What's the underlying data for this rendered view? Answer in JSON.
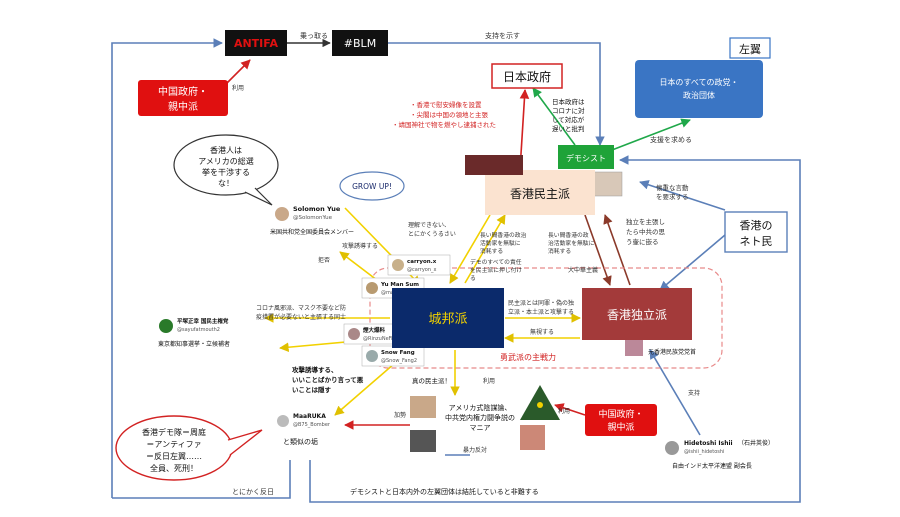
{
  "colors": {
    "hk_democrats_fill": "#fbe3d0",
    "city_faction_fill": "#0b2a6b",
    "independence_fill": "#a33a3a",
    "left_fill": "#3a75c4",
    "antifa_fill": "#111111",
    "blm_fill": "#111111",
    "china_fill": "#e01010",
    "demosisto_fill": "#1fa339",
    "edge_blue": "#5b7fb8",
    "edge_red": "#d22222",
    "edge_yellow": "#f2d100",
    "edge_green": "#20a84a",
    "edge_brown": "#8b3a2a"
  },
  "nodes": {
    "antifa": "ANTIFA",
    "blm": "#BLM",
    "china_gov_top": "中国政府・親中派",
    "china_gov_mid": "中国政府・親中派",
    "japan_gov": "日本政府",
    "left_label": "左翼",
    "left_box": "日本のすべての政党・政治団体",
    "demosisto": "デモシスト",
    "hk_democrats": "香港民主派",
    "city_faction": "城邦派",
    "independence": "香港独立派",
    "hk_netizens": "香港のネト民",
    "speech_bubble": "香港人はアメリカの総選挙を干渉するな！",
    "grow_up": "GROW UP!",
    "courage_faction": "勇武派の主戦力",
    "maaruka_bubble": [
      "香港デモ隊＝周庭",
      "＝アンティファ",
      "＝反日左翼……",
      "全員、死刑！"
    ]
  },
  "people": {
    "solomon_name": "Solomon Yue",
    "solomon_handle": "@SolomonYue",
    "solomon_desc": "米国共和党全国委員会メンバー",
    "carryon_name": "carryon.x",
    "carryon_handle": "@carryon_x",
    "yumansum_name": "Yu Man Sum",
    "yumansum_handle": "@mansum2011",
    "rinzu_name": "煙大爆料",
    "rinzu_handle": "@RinzuNeFilter",
    "snowfang_name": "Snow Fang",
    "snowfang_handle": "@Snow_Fang2",
    "hira_name": "平塚正幸 国民主権党",
    "hira_handle": "@sayufatmouth2",
    "hira_desc": "東京都知事選挙・立候補者",
    "maaruka_name": "MaaRUKA",
    "maaruka_handle": "@B75_Bomber",
    "maaruka_suffix": "と類似の垢",
    "hidetoshi_name": "Hidetoshi Ishii",
    "hidetoshi_jp": "（石井英俊）",
    "hidetoshi_handle": "@ishii_hidetoshi",
    "hidetoshi_desc": "自由インド太平洋連盟 副会長",
    "yuan_desc": "元香港民族党党首"
  },
  "labels": {
    "antifa_blm": "乗っ取る",
    "blm_demosisto": "支持を示す",
    "china_antifa": "利用",
    "japan_gov_claims": [
      "・香港で慰安婦像を設置",
      "・尖閣は中国の領地と主張",
      "・靖国神社で物を燃やし逮捕された"
    ],
    "japan_gov_corona": [
      "日本政府は",
      "コロナに対",
      "して対応が",
      "遅いと批判"
    ],
    "demosisto_left": "支援を求める",
    "netizens_demosisto": [
      "懐重な言動",
      "を要求する"
    ],
    "netizens_independence": [
      "独立を主張し",
      "たら中共の思",
      "う壷に嵌る"
    ],
    "solomon_city": [
      "理解できない、",
      "とにかくうるさい"
    ],
    "dem_city_1": [
      "長い間香港の政治",
      "活動家を無駄に",
      "消耗する"
    ],
    "dem_city_2": [
      "デモのすべての責任",
      "を民主派に押し付け",
      "る"
    ],
    "dem_ind_1": [
      "長い間香港の政",
      "治活動家を無駄に",
      "消耗する"
    ],
    "ind_dem_1": "大中華主義",
    "city_ind_1": [
      "民主派とは同罪・偽の独",
      "立派・本土派と攻撃する"
    ],
    "ind_city": "無視する",
    "city_attack": "攻撃誘導する",
    "cut_off": "拒否",
    "corona_mask": [
      "コロナ風邪派、マスク不要など防",
      "疫措置が必要ないと主張する同士"
    ],
    "attack_lure": [
      "攻撃誘導する、",
      "いいことばかり言って悪",
      "いことは隠す"
    ],
    "true_democrats": "真の民主派！",
    "use_1": "利用",
    "add_force": "加勢",
    "use_2": "利用",
    "conspiracy": [
      "アメリカ式陰謀論、",
      "中共党内権力闘争説の",
      "マニア"
    ],
    "violence": "暴力反対",
    "support": "支持",
    "anti_japan": "とにかく反日",
    "bottom_line": "デモシストと日本内外の左翼団体は結託していると非難する"
  }
}
